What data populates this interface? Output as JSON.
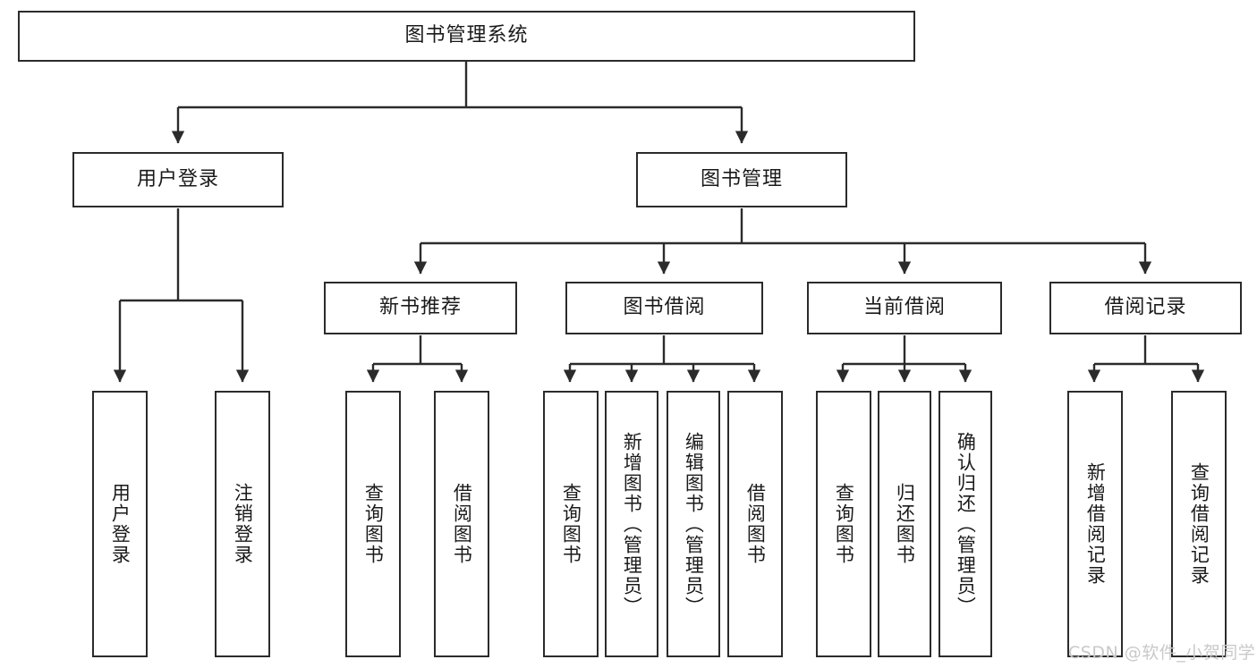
{
  "diagram": {
    "title": "图书管理系统",
    "watermark": "CSDN @软件_小贺同学",
    "stroke_color": "#2b2b2b",
    "background_color": "#ffffff",
    "text_color": "#1a1a1a",
    "watermark_color": "#c9c9c9"
  },
  "nodes": {
    "root": {
      "label": "图书管理系统"
    },
    "level2": [
      {
        "label": "用户登录"
      },
      {
        "label": "图书管理"
      }
    ],
    "level3": [
      {
        "label": "新书推荐"
      },
      {
        "label": "图书借阅"
      },
      {
        "label": "当前借阅"
      },
      {
        "label": "借阅记录"
      }
    ],
    "leaves": {
      "user_login": [
        {
          "label": "用户登录"
        },
        {
          "label": "注销登录"
        }
      ],
      "new_book_recommend": [
        {
          "label": "查询图书"
        },
        {
          "label": "借阅图书"
        }
      ],
      "book_borrow": [
        {
          "label": "查询图书"
        },
        {
          "label": "新增图书（管理员）"
        },
        {
          "label": "编辑图书（管理员）"
        },
        {
          "label": "借阅图书"
        }
      ],
      "current_borrow": [
        {
          "label": "查询图书"
        },
        {
          "label": "归还图书"
        },
        {
          "label": "确认归还（管理员）"
        }
      ],
      "borrow_record": [
        {
          "label": "新增借阅记录"
        },
        {
          "label": "查询借阅记录"
        }
      ]
    }
  },
  "chart_data": {
    "type": "table",
    "title": "图书管理系统 功能结构图",
    "hierarchy": [
      {
        "label": "图书管理系统",
        "level": 1,
        "children": [
          {
            "label": "用户登录",
            "level": 2,
            "children": [
              {
                "label": "用户登录",
                "level": 3,
                "children": []
              },
              {
                "label": "注销登录",
                "level": 3,
                "children": []
              }
            ]
          },
          {
            "label": "图书管理",
            "level": 2,
            "children": [
              {
                "label": "新书推荐",
                "level": 3,
                "children": [
                  {
                    "label": "查询图书",
                    "level": 4,
                    "children": []
                  },
                  {
                    "label": "借阅图书",
                    "level": 4,
                    "children": []
                  }
                ]
              },
              {
                "label": "图书借阅",
                "level": 3,
                "children": [
                  {
                    "label": "查询图书",
                    "level": 4,
                    "children": []
                  },
                  {
                    "label": "新增图书（管理员）",
                    "level": 4,
                    "children": []
                  },
                  {
                    "label": "编辑图书（管理员）",
                    "level": 4,
                    "children": []
                  },
                  {
                    "label": "借阅图书",
                    "level": 4,
                    "children": []
                  }
                ]
              },
              {
                "label": "当前借阅",
                "level": 3,
                "children": [
                  {
                    "label": "查询图书",
                    "level": 4,
                    "children": []
                  },
                  {
                    "label": "归还图书",
                    "level": 4,
                    "children": []
                  },
                  {
                    "label": "确认归还（管理员）",
                    "level": 4,
                    "children": []
                  }
                ]
              },
              {
                "label": "借阅记录",
                "level": 3,
                "children": [
                  {
                    "label": "新增借阅记录",
                    "level": 4,
                    "children": []
                  },
                  {
                    "label": "查询借阅记录",
                    "level": 4,
                    "children": []
                  }
                ]
              }
            ]
          }
        ]
      }
    ]
  }
}
